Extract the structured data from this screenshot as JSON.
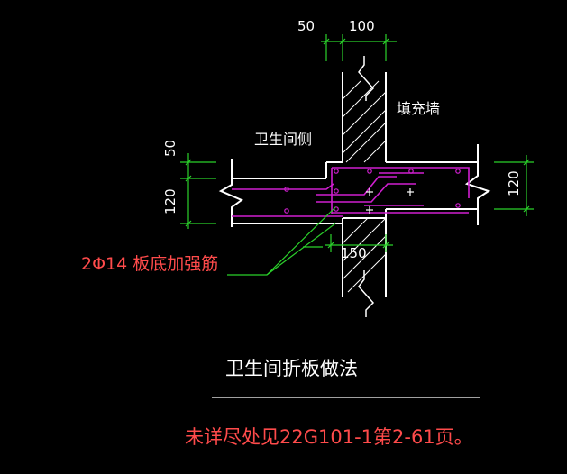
{
  "labels": {
    "fill_wall": "填充墙",
    "bathroom_side": "卫生间侧",
    "rebar_callout": "2Φ14 板底加强筋",
    "title": "卫生间折板做法",
    "note": "未详尽处见22G101-1第2-61页。"
  },
  "dimensions": {
    "top_left": "50",
    "top_right": "100",
    "left_upper": "50",
    "left_lower": "120",
    "right": "120",
    "bottom": "150"
  },
  "colors": {
    "background": "#000000",
    "wall": "#ffffff",
    "dimension": "#2bd12b",
    "rebar": "#d01fd0",
    "callout_text": "#ff4b4b"
  }
}
